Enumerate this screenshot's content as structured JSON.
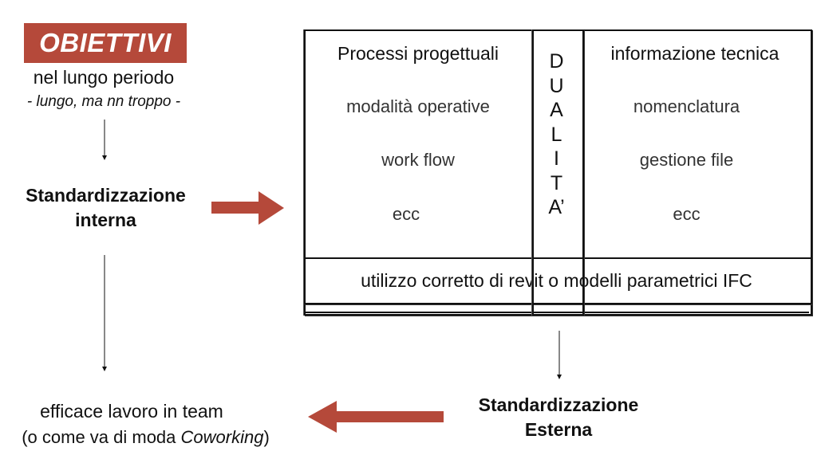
{
  "colors": {
    "accent": "#b5493a",
    "arrow": "#b5493a",
    "line": "#111111"
  },
  "left": {
    "badge": "OBIETTIVI",
    "subtitle": "nel lungo periodo",
    "note": "- lungo, ma nn troppo -",
    "internal_line1": "Standardizzazione",
    "internal_line2": "interna",
    "team_line1": "efficace lavoro in team",
    "team_line2_pre": "(o come va di moda ",
    "team_line2_co": "Co",
    "team_line2_italic": "working",
    "team_line2_post": ")"
  },
  "table": {
    "left_header": "Processi progettuali",
    "left_items": [
      "modalità operative",
      "work flow",
      "ecc"
    ],
    "right_header": "informazione tecnica",
    "right_items": [
      "nomenclatura",
      "gestione file",
      "ecc"
    ],
    "middle_letters": [
      "D",
      "U",
      "A",
      "L",
      "I",
      "T",
      "A’"
    ],
    "bottom_line": "utilizzo corretto di revit o modelli parametrici IFC"
  },
  "external": {
    "line1": "Standardizzazione",
    "line2": "Esterna"
  }
}
